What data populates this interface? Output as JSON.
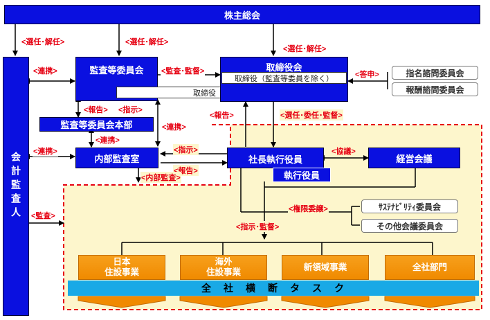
{
  "shareholders": "株主総会",
  "auditor": "会計監査人",
  "audit_committee": "監査等委員会",
  "audit_director": "取締役（監査等委員）",
  "board": "取締役会",
  "board_director": "取締役（監査等委員を除く）",
  "nomination_committee": "指名諮問委員会",
  "compensation_committee": "報酬諮問委員会",
  "audit_hq": "監査等委員会本部",
  "internal_audit": "内部監査室",
  "president": "社長執行役員",
  "executive": "執行役員",
  "management_meeting": "経営会議",
  "sustainability_committee": "ｻｽﾃﾅﾋﾞﾘﾃｨ委員会",
  "other_committees": "その他会議委員会",
  "divisions": [
    "日本\n住設事業",
    "海外\n住設事業",
    "新領域事業",
    "全社部門"
  ],
  "cross_task": "全　社　横　断　タ　ス　ク",
  "labels": {
    "elect1": "<選任･解任>",
    "elect2": "<選任･解任>",
    "elect3": "<選任･解任>",
    "link1": "<連携>",
    "link2": "<連携>",
    "link3": "<連携>",
    "link4": "<連携>",
    "audit_supervise": "<監査･監督>",
    "report1": "<報告>",
    "report2": "<報告>",
    "report3": "<報告>",
    "instruct1": "<指示>",
    "instruct2": "<指示>",
    "answer": "<答申>",
    "elect_delegate": "<選任･委任･監督>",
    "consult": "<協議>",
    "internal_audit_lbl": "<内部監査>",
    "delegate": "<権限委譲>",
    "instruct_supervise": "<指示･監督>",
    "audit": "<監査>"
  }
}
